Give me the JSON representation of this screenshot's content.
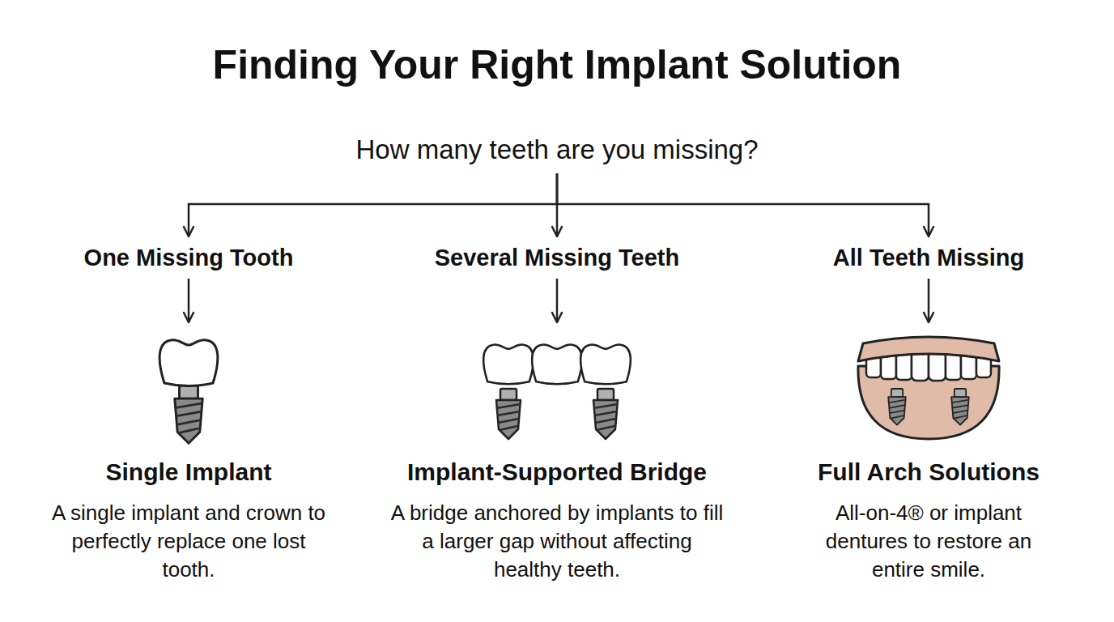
{
  "diagram": {
    "title": "Finding Your Right Implant Solution",
    "nodes": [
      {
        "text": [
          "How many teeth are you missing?"
        ]
      },
      {
        "text": [
          "One Missing Tooth"
        ]
      },
      {
        "text": [
          "Several Missing Teeth"
        ]
      },
      {
        "text": [
          "All Teeth Missing"
        ]
      },
      {
        "text": [
          "Single Implant",
          "A single implant and crown to perfectly replace one lost tooth."
        ]
      },
      {
        "text": [
          "Implant-Supported Bridge",
          "A bridge anchored by implants to fill a larger gap without affecting healthy teeth."
        ]
      },
      {
        "text": [
          "Full Arch Solutions",
          "All-on-4® or implant dentures to restore an entire smile."
        ]
      }
    ],
    "edges": [
      {
        "from": 0,
        "to": 1,
        "arrow": "to"
      },
      {
        "from": 0,
        "to": 2,
        "arrow": "to"
      },
      {
        "from": 0,
        "to": 3,
        "arrow": "to"
      },
      {
        "from": 1,
        "to": 4,
        "arrow": "to"
      },
      {
        "from": 2,
        "to": 5,
        "arrow": "to"
      },
      {
        "from": 3,
        "to": 6,
        "arrow": "to"
      }
    ]
  }
}
